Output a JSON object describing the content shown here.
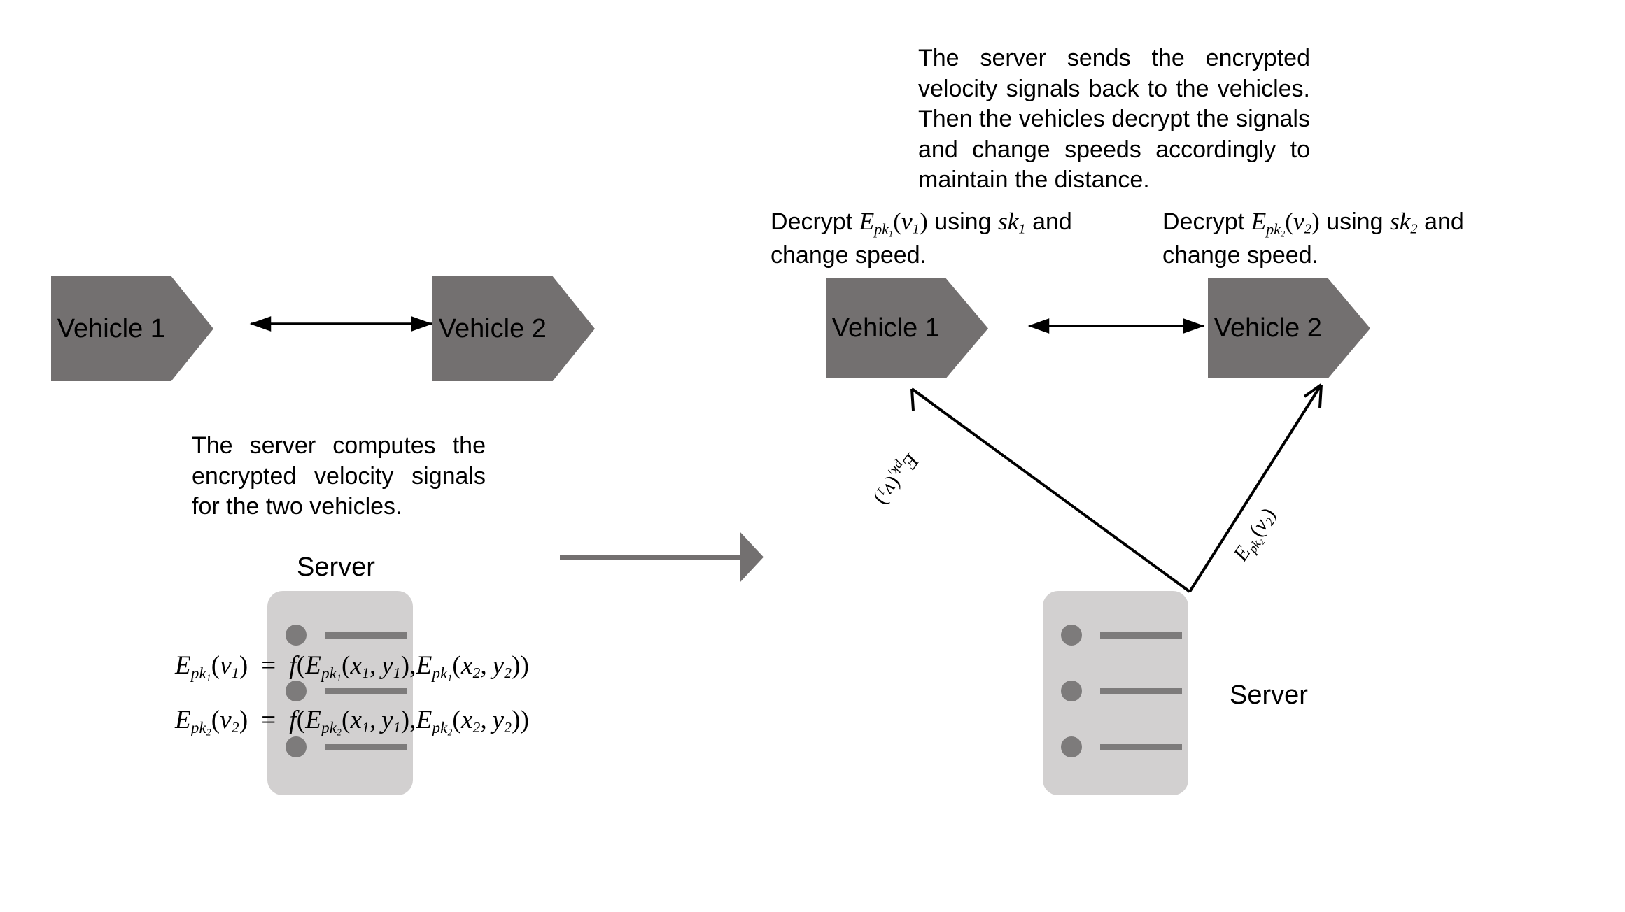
{
  "colors": {
    "vehicle_fill": "#737070",
    "server_card_fill": "#d2d0d0",
    "server_item_fill": "#7d7b7b",
    "big_arrow_fill": "#737070",
    "stroke": "#000000",
    "background": "#ffffff"
  },
  "left_panel": {
    "vehicle_1_label": "Vehicle 1",
    "vehicle_2_label": "Vehicle 2",
    "caption": "The server computes the encrypted velocity signals for the two vehicles.",
    "server_label": "Server",
    "formulas": [
      {
        "lhs_base": "E",
        "lhs_sub": "pk",
        "lhs_sub_index": "1",
        "lhs_arg": "(v",
        "lhs_arg_index": "1",
        "plain": "E_pk1(v1) = f(E_pk1(x1,y1), E_pk1(x2,y2))"
      },
      {
        "lhs_base": "E",
        "lhs_sub": "pk",
        "lhs_sub_index": "2",
        "lhs_arg": "(v",
        "lhs_arg_index": "2",
        "plain": "E_pk2(v2) = f(E_pk2(x1,y1), E_pk2(x2,y2))"
      }
    ],
    "server_rows": 3
  },
  "right_panel": {
    "vehicle_1_label": "Vehicle 1",
    "vehicle_2_label": "Vehicle 2",
    "caption": "The server sends the encrypted velocity signals back to the vehicles. Then the vehicles decrypt the signals and change speeds accordingly to maintain the distance.",
    "server_label": "Server",
    "decrypt_1": {
      "prefix": "Decrypt ",
      "cipher_base": "E",
      "cipher_sub": "pk",
      "cipher_sub_index": "1",
      "cipher_arg": "(v",
      "cipher_arg_index": "1",
      "middle": " using ",
      "key_base": "sk",
      "key_index": "1",
      "suffix": " and change speed."
    },
    "decrypt_2": {
      "prefix": "Decrypt ",
      "cipher_base": "E",
      "cipher_sub": "pk",
      "cipher_sub_index": "2",
      "cipher_arg": "(v",
      "cipher_arg_index": "2",
      "middle": " using ",
      "key_base": "sk",
      "key_index": "2",
      "suffix": " and change speed."
    },
    "arrow_label_left": {
      "base": "E",
      "sub": "pk",
      "sub_index": "1",
      "arg": "(v",
      "arg_index": "1",
      "plain": "E_pk1(v1)"
    },
    "arrow_label_right": {
      "base": "E",
      "sub": "pk",
      "sub_index": "2",
      "arg": "(v",
      "arg_index": "2",
      "plain": "E_pk2(v2)"
    },
    "server_rows": 3
  },
  "transition": {
    "icon": "right-arrow-block"
  }
}
